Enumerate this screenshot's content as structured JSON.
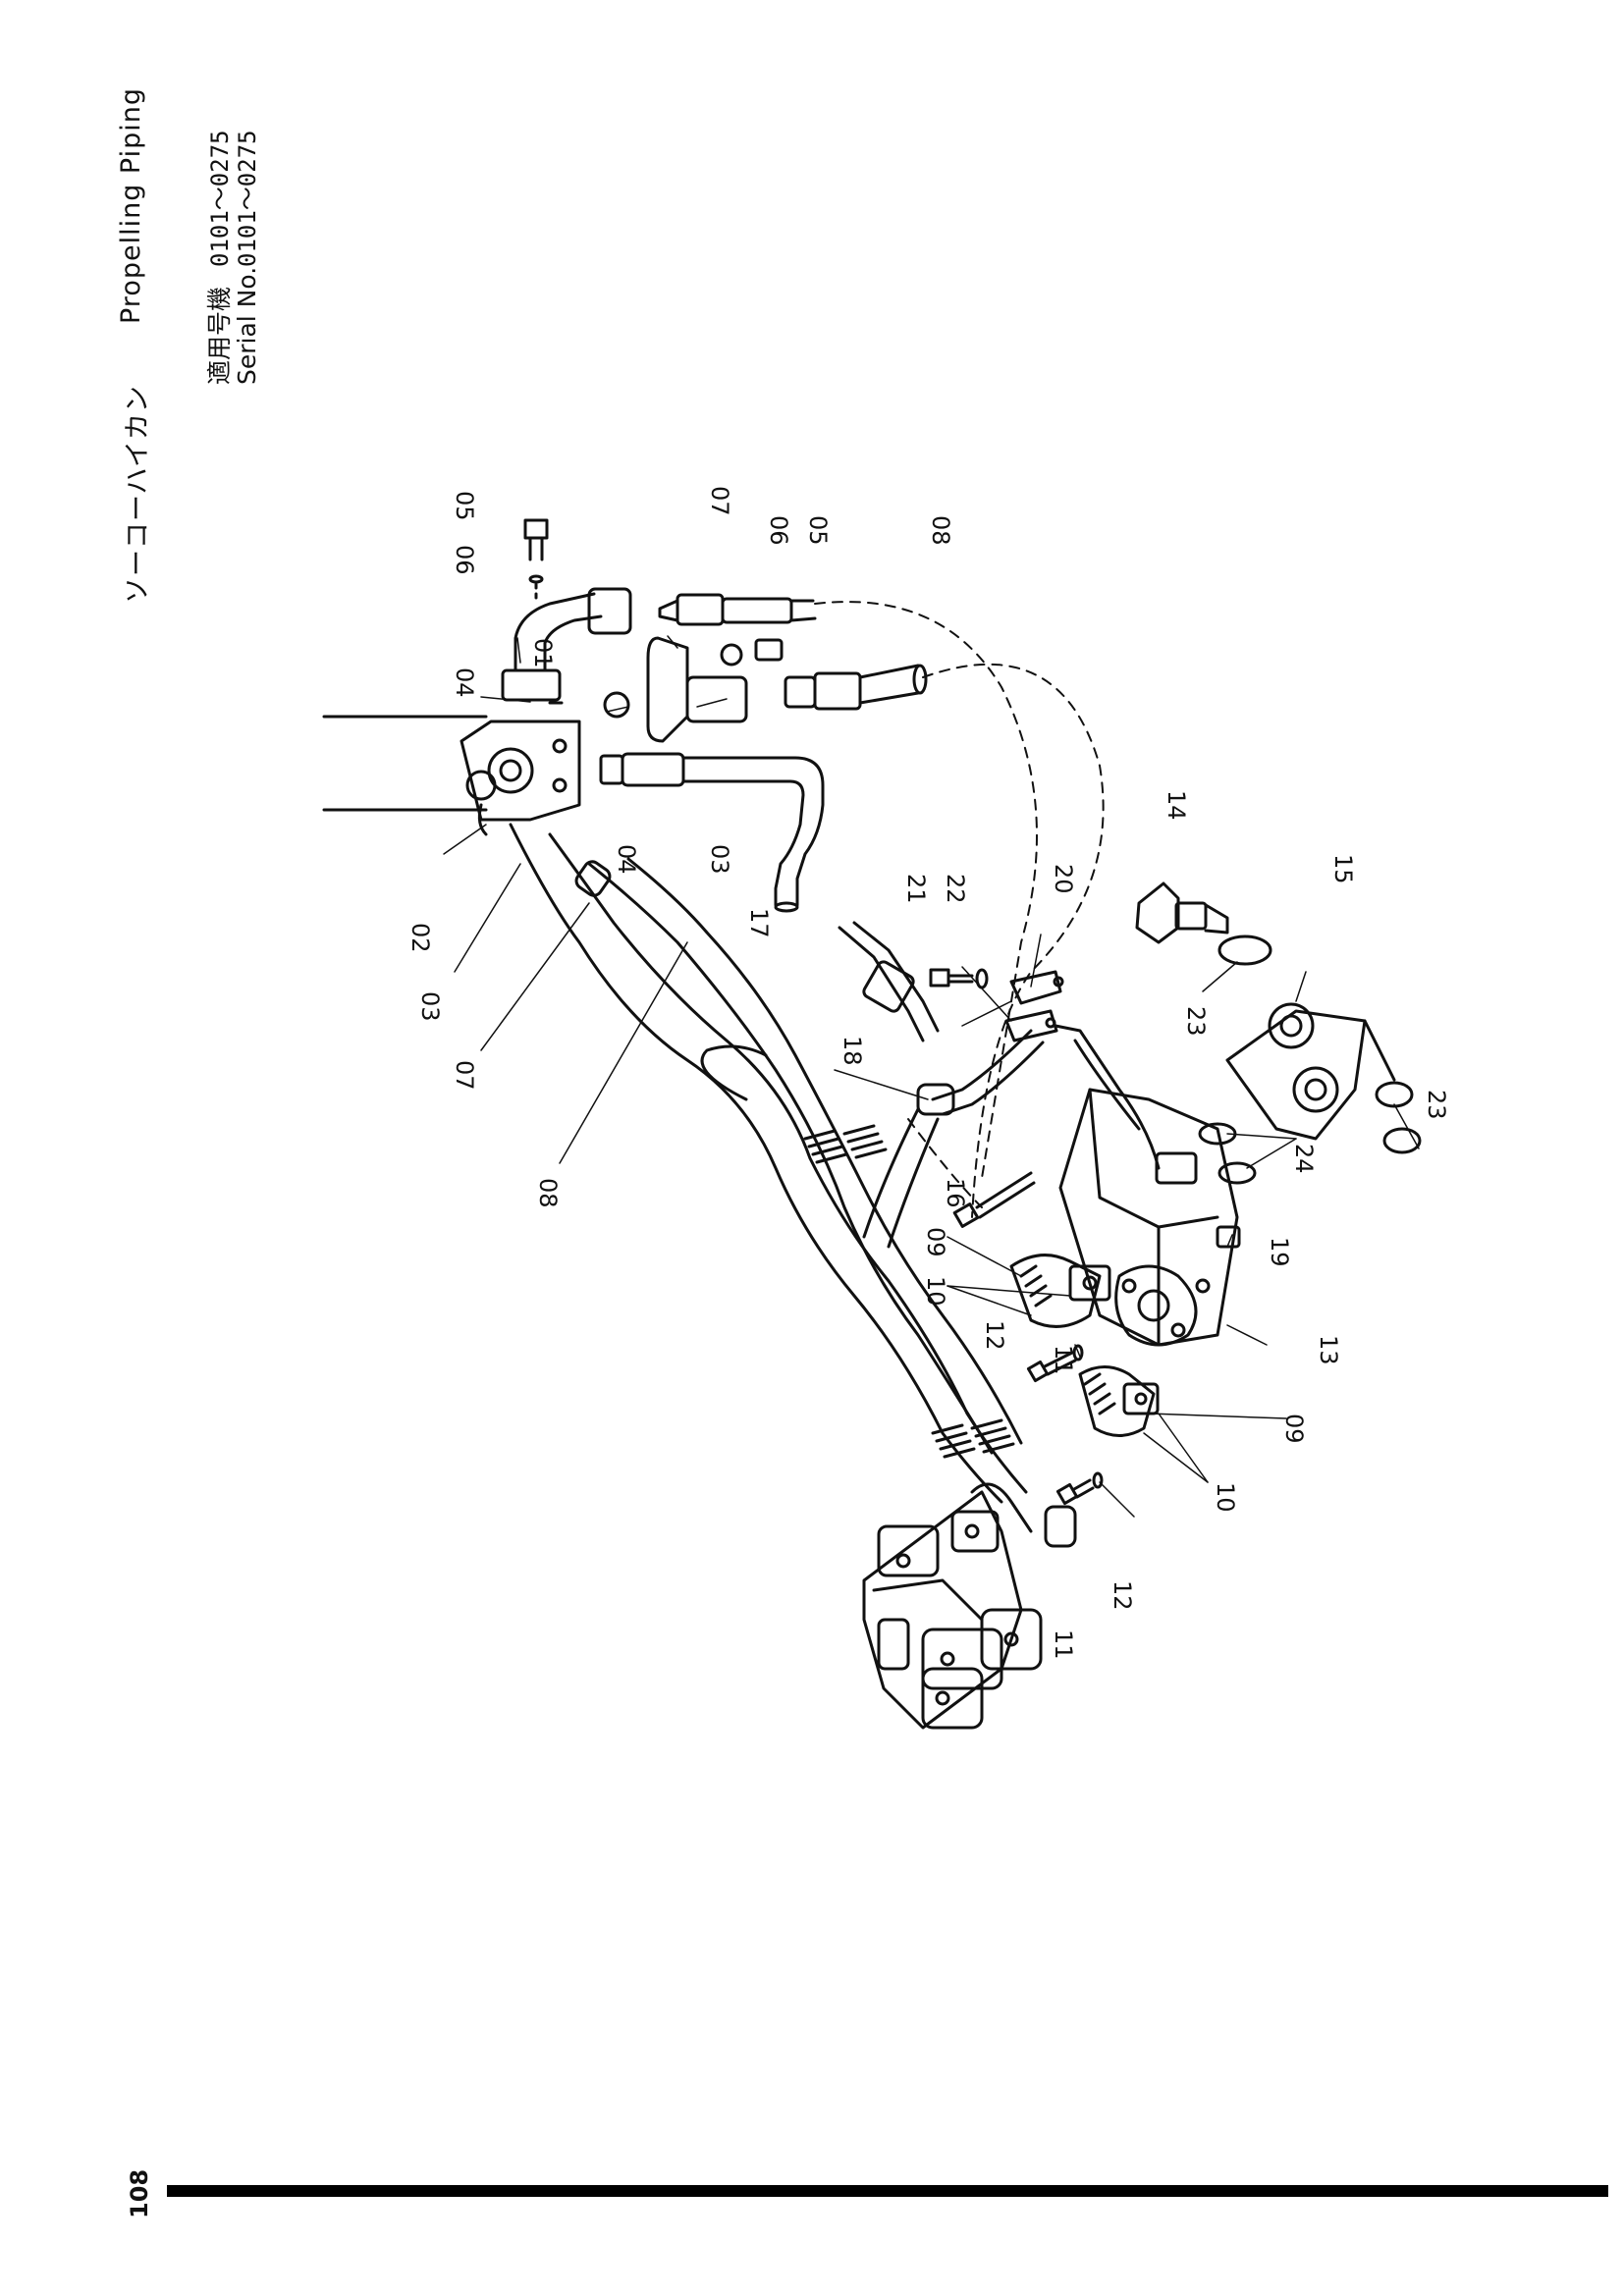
{
  "header": {
    "title_jp": "ソーコーハイカン",
    "title_en": "Propelling Piping",
    "serial_label_jp": "適用号機",
    "serial_label_en": "Serial No.",
    "serial_range_1": "0101～0275",
    "serial_range_2": "0101～0275"
  },
  "page_number": "108",
  "callouts": [
    "01",
    "02",
    "03",
    "03",
    "04",
    "04",
    "05",
    "05",
    "06",
    "06",
    "07",
    "07",
    "08",
    "08",
    "09",
    "09",
    "10",
    "10",
    "11",
    "11",
    "12",
    "12",
    "13",
    "14",
    "15",
    "16",
    "17",
    "18",
    "19",
    "20",
    "21",
    "22",
    "23",
    "23",
    "24"
  ]
}
